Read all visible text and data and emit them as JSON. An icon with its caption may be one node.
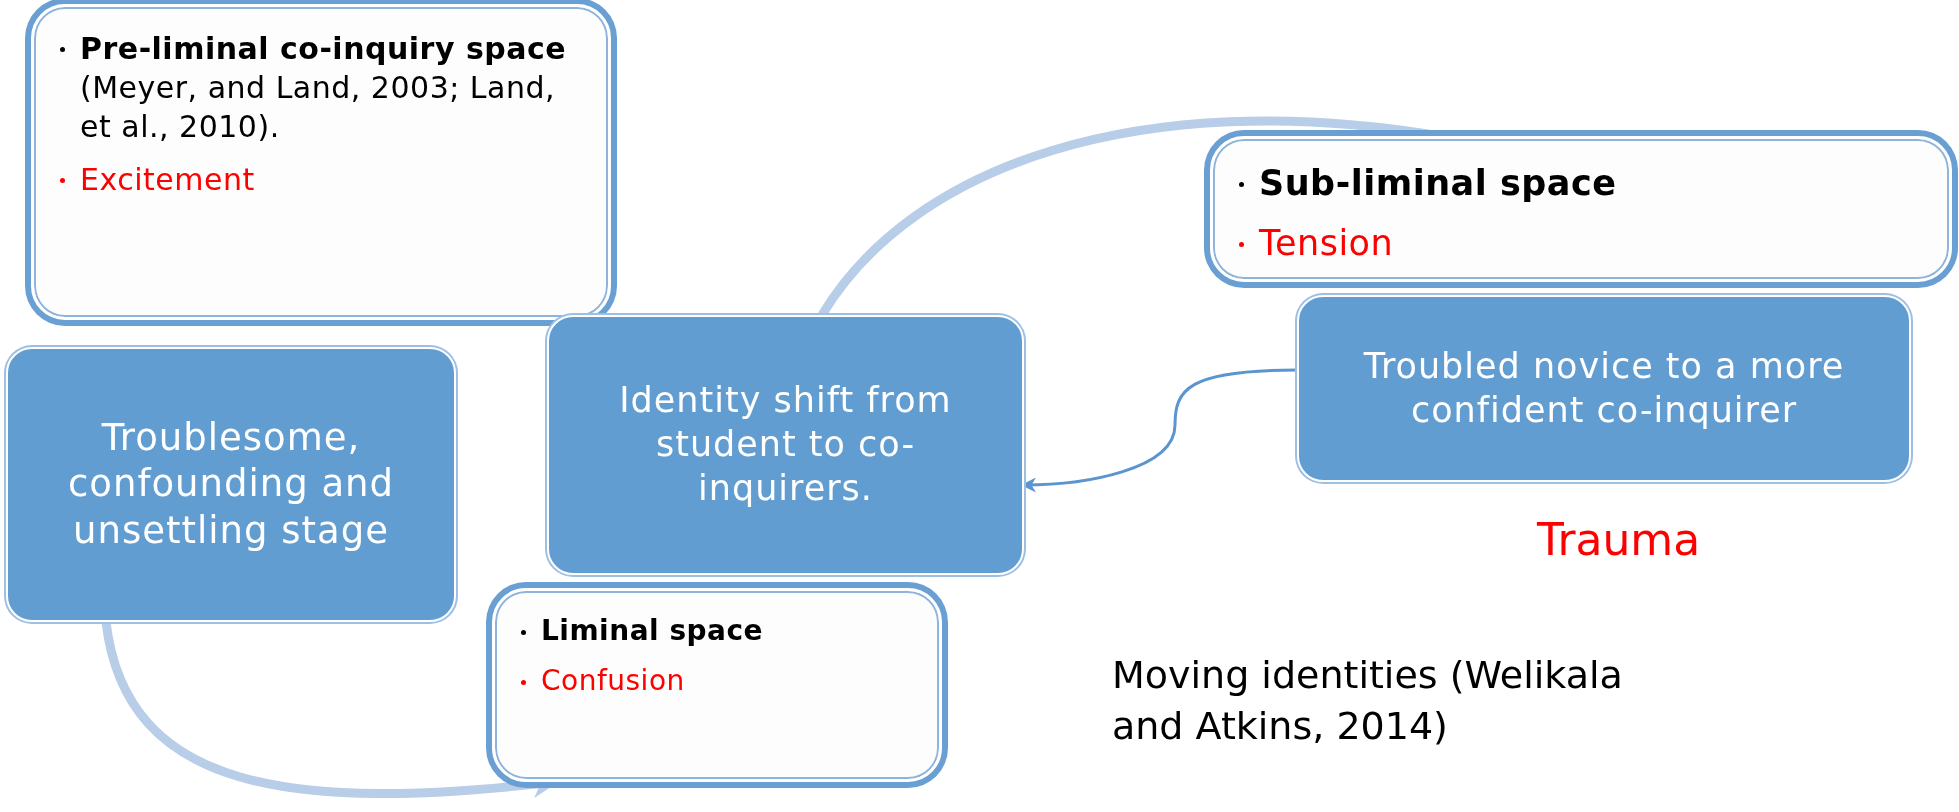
{
  "diagram": {
    "caption": "Moving identities (Welikala and Atkins, 2014)",
    "nodes": [
      {
        "text": [
          "**Pre-liminal co-inquiry space** (Meyer, and Land, 2003; Land, et al., 2010).",
          "Excitement"
        ]
      },
      {
        "text": [
          "Sub-liminal space",
          "Tension"
        ]
      },
      {
        "text": [
          "Identity shift from student to co-inquirers."
        ]
      },
      {
        "text": [
          "Troubled novice to a more confident  co-inquirer"
        ]
      },
      {
        "text": [
          "Troublesome, confounding and unsettling stage"
        ]
      },
      {
        "text": [
          "Liminal space",
          "Confusion"
        ]
      }
    ],
    "edges": [
      {
        "from": 4,
        "to": 5,
        "arrow": "to"
      },
      {
        "from": 2,
        "to": 1,
        "arrow": "none"
      },
      {
        "from": 3,
        "to": 2,
        "arrow": "to",
        "color": "#5b95d0"
      }
    ],
    "labels": [
      "Trauma"
    ]
  }
}
